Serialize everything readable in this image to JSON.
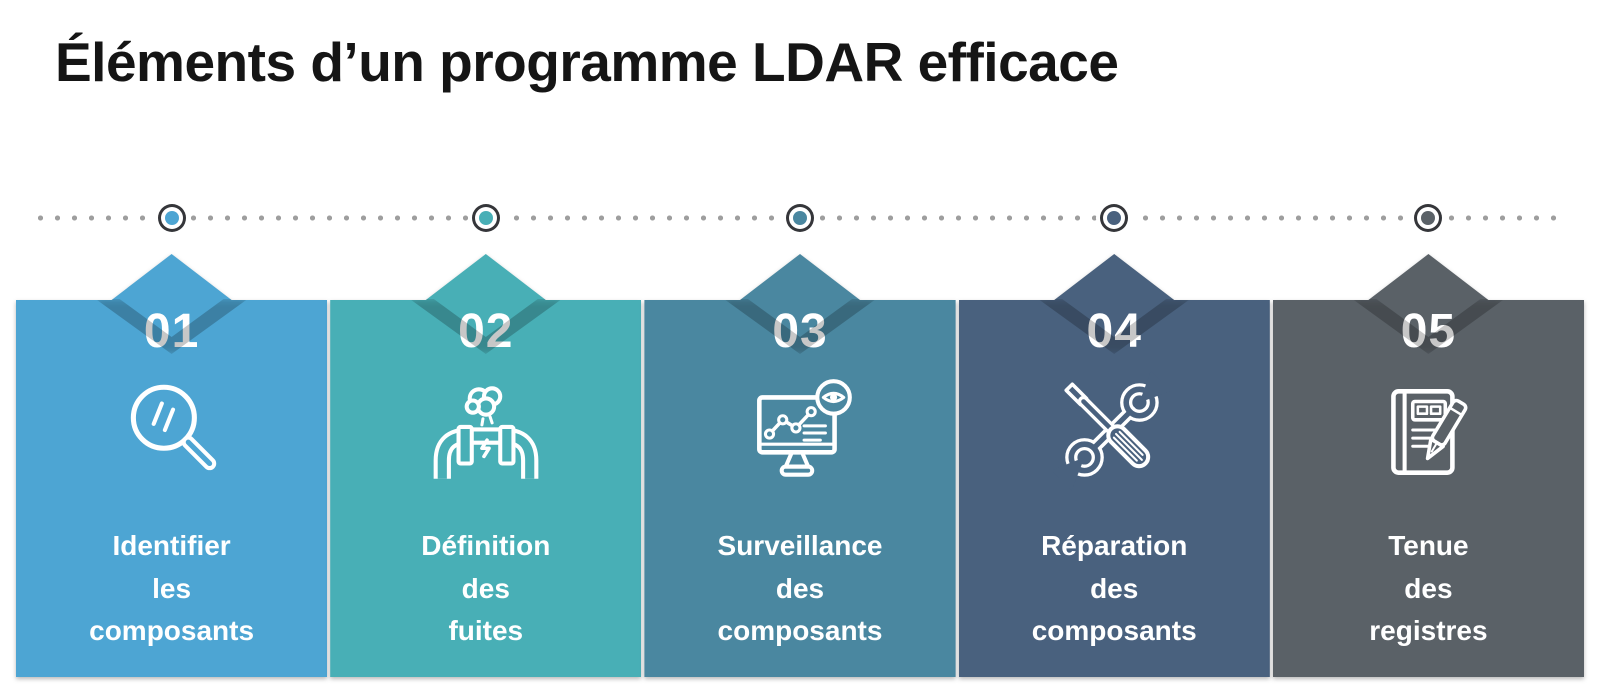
{
  "title": "Éléments d’un programme LDAR efficace",
  "timeline": {
    "dot_color": "#9e9e9e",
    "marker_ring_color": "#35363a"
  },
  "cards": [
    {
      "number": "01",
      "label": "Identifier\nles\ncomposants",
      "icon": "magnifier-icon",
      "color": "#4da5d3"
    },
    {
      "number": "02",
      "label": "Définition\ndes\nfuites",
      "icon": "pipe-leak-icon",
      "color": "#48afb6"
    },
    {
      "number": "03",
      "label": "Surveillance\ndes\ncomposants",
      "icon": "monitor-chart-eye-icon",
      "color": "#4a87a0"
    },
    {
      "number": "04",
      "label": "Réparation\ndes\ncomposants",
      "icon": "tools-icon",
      "color": "#49617e"
    },
    {
      "number": "05",
      "label": "Tenue\ndes\nregistres",
      "icon": "notebook-pen-icon",
      "color": "#5a6167"
    }
  ]
}
